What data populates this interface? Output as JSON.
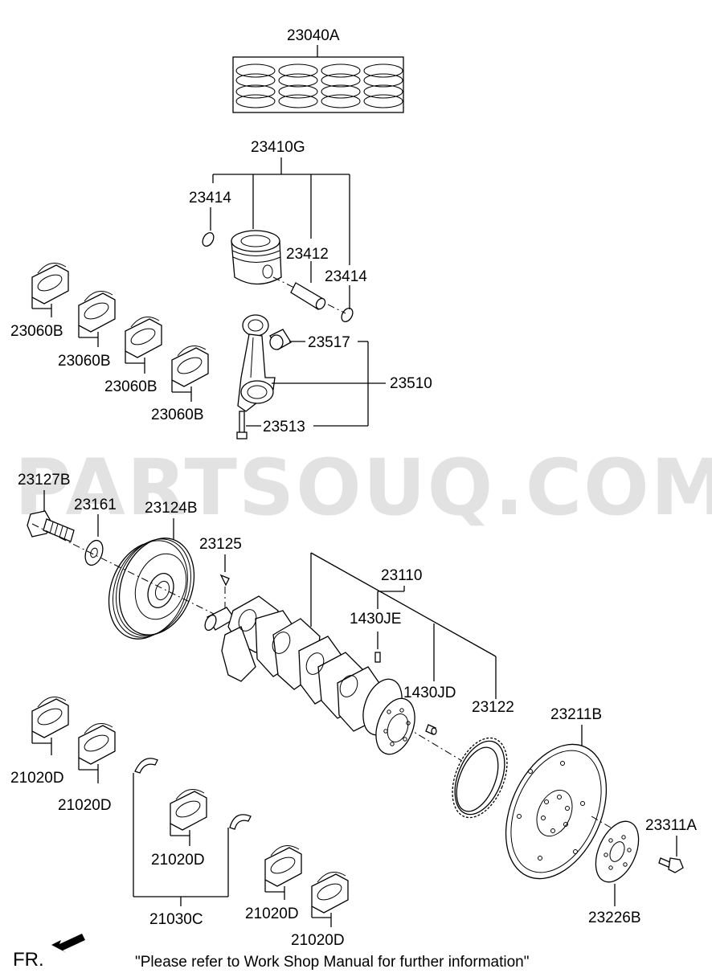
{
  "watermark": "PARTSOUQ.COM",
  "labels": {
    "piston_ring_set": "23040A",
    "piston_assy": "23410G",
    "snap_ring_left": "23414",
    "piston_pin": "23412",
    "snap_ring_right": "23414",
    "bearing_upper_1": "23060B",
    "bearing_upper_2": "23060B",
    "bearing_upper_3": "23060B",
    "bearing_upper_4": "23060B",
    "con_rod_bushing": "23517",
    "con_rod_assy": "23510",
    "con_rod_bolt": "23513",
    "pulley_bolt": "23127B",
    "washer": "23161",
    "damper_pulley": "23124B",
    "key": "23125",
    "crankshaft": "23110",
    "pin_1430je": "1430JE",
    "pin_1430jd": "1430JD",
    "ring_gear": "23122",
    "drive_plate": "23211B",
    "drive_plate_bolt": "23311A",
    "adapter_plate": "23226B",
    "main_bearing_1": "21020D",
    "main_bearing_2": "21020D",
    "main_bearing_3": "21020D",
    "main_bearing_4": "21020D",
    "main_bearing_5": "21020D",
    "thrust_bearing": "21030C"
  },
  "front_label": "FR.",
  "footer_note": "\"Please refer to Work Shop Manual for further information\""
}
